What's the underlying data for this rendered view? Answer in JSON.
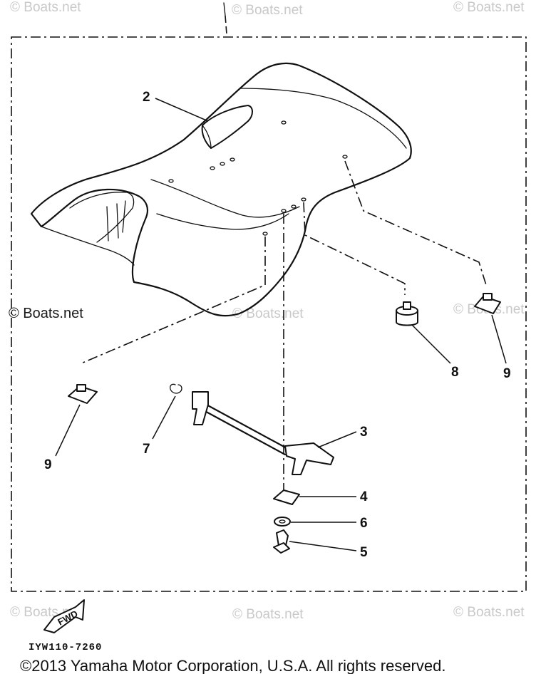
{
  "watermark": "© Boats.net",
  "callouts": {
    "c2": "2",
    "c3": "3",
    "c4": "4",
    "c5": "5",
    "c6": "6",
    "c7": "7",
    "c8": "8",
    "c9a": "9",
    "c9b": "9"
  },
  "fwd_label": "FWD",
  "part_code": "IYW110-7260",
  "copyright": "©2013 Yamaha Motor Corporation, U.S.A. All rights reserved."
}
